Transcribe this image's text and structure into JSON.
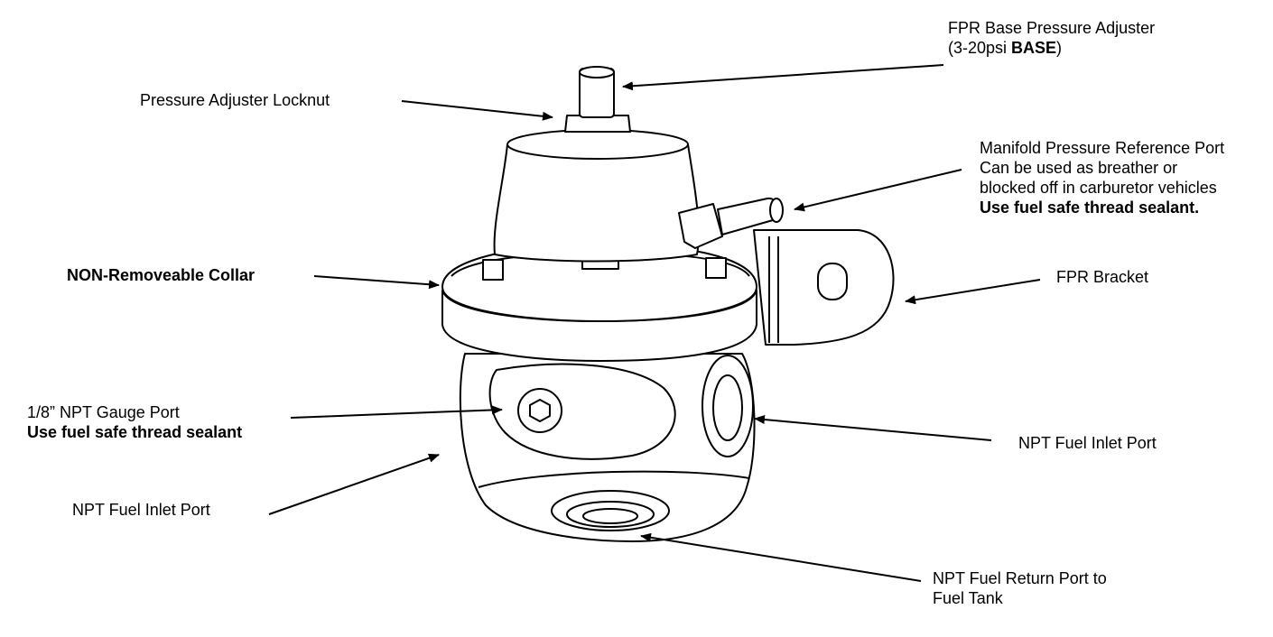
{
  "labels": {
    "base_adjuster": {
      "line1": "FPR Base Pressure Adjuster",
      "line2_pre": "(3-20psi ",
      "line2_bold": "BASE",
      "line2_post": ")"
    },
    "locknut": "Pressure Adjuster Locknut",
    "manifold": {
      "line1": "Manifold Pressure Reference Port",
      "line2": "Can be used as breather or",
      "line3": "blocked off in carburetor vehicles",
      "line4": "Use fuel safe thread sealant."
    },
    "collar": "NON-Removeable Collar",
    "bracket": "FPR Bracket",
    "gauge_port": {
      "line1": "1/8” NPT Gauge Port",
      "line2": "Use fuel safe thread sealant"
    },
    "inlet_right": "NPT Fuel Inlet Port",
    "inlet_left": "NPT Fuel Inlet Port",
    "return_port": {
      "line1": "NPT Fuel Return Port to",
      "line2": "Fuel Tank"
    }
  },
  "colors": {
    "ink": "#000000",
    "fill": "#ffffff"
  }
}
